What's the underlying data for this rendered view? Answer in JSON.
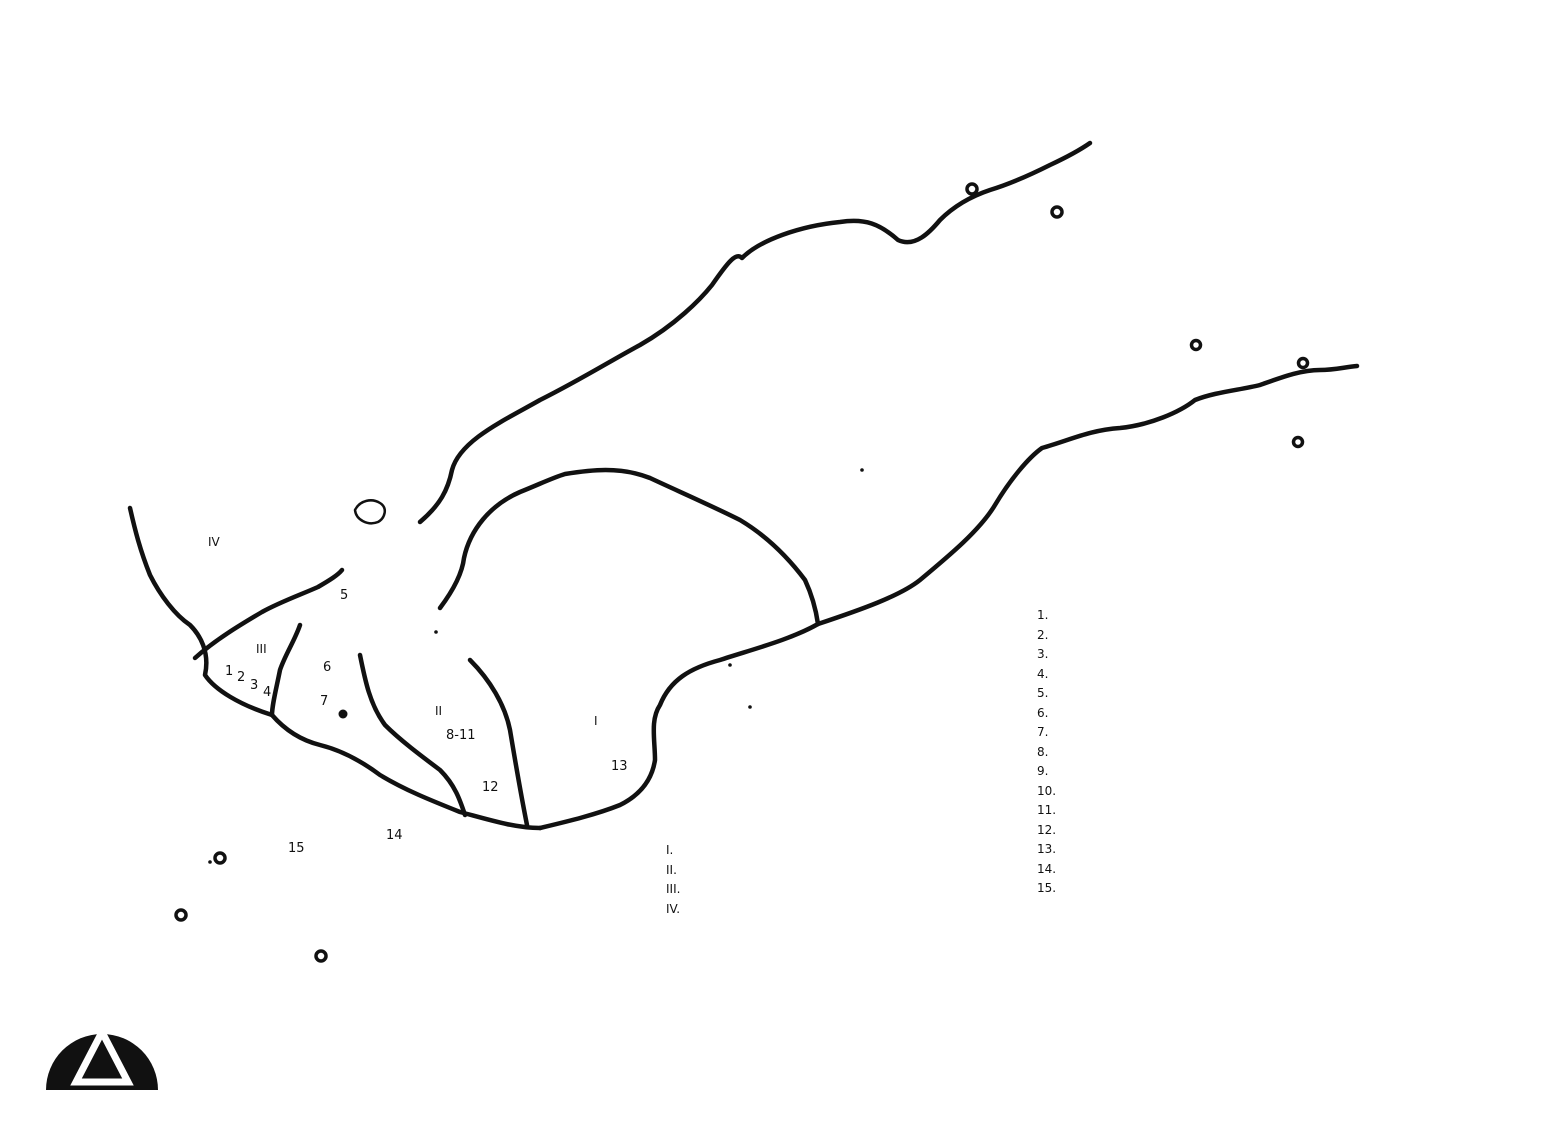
{
  "map": {
    "site_numbers": [
      "1",
      "2",
      "3",
      "4",
      "5",
      "6",
      "7",
      "8-11",
      "12",
      "13",
      "14",
      "15"
    ],
    "zone_numerals": [
      "I",
      "II",
      "III",
      "IV"
    ]
  },
  "legend_sites": {
    "numbers": [
      "1.",
      "2.",
      "3.",
      "4.",
      "5.",
      "6.",
      "7.",
      "8.",
      "9.",
      "10.",
      "11.",
      "12.",
      "13.",
      "14.",
      "15."
    ]
  },
  "legend_zones": {
    "numbers": [
      "I.",
      "II.",
      "III.",
      "IV."
    ]
  }
}
